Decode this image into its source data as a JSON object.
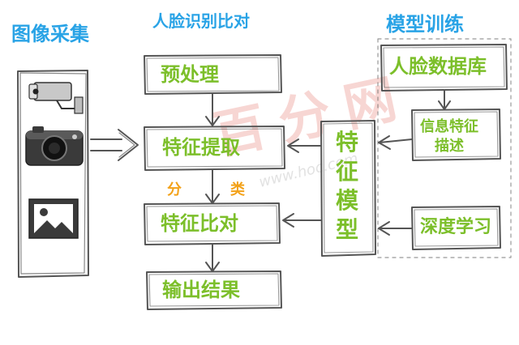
{
  "watermark": "百分网",
  "watermark_url": "www.hoc.com",
  "sections": {
    "capture": "图像采集",
    "recognition": "人脸识别比对",
    "training": "模型训练"
  },
  "pipeline": {
    "preprocess": "预处理",
    "feature_extraction": "特征提取",
    "feature_compare": "特征比对",
    "output": "输出结果",
    "classify_a": "分",
    "classify_b": "类"
  },
  "model": {
    "feature_model": [
      "特",
      "征",
      "模",
      "型"
    ]
  },
  "training": {
    "face_db": "人脸数据库",
    "info_feature_line1": "信息特征",
    "info_feature_line2": "描述",
    "deep_learning": "深度学习"
  },
  "colors": {
    "section_title": "#29a3e6",
    "box_text": "#7cbf2a",
    "classify_text": "#f3a21a",
    "sketch_line": "#555555"
  },
  "icons": [
    "surveillance-camera-icon",
    "photo-camera-icon",
    "image-picture-icon"
  ]
}
